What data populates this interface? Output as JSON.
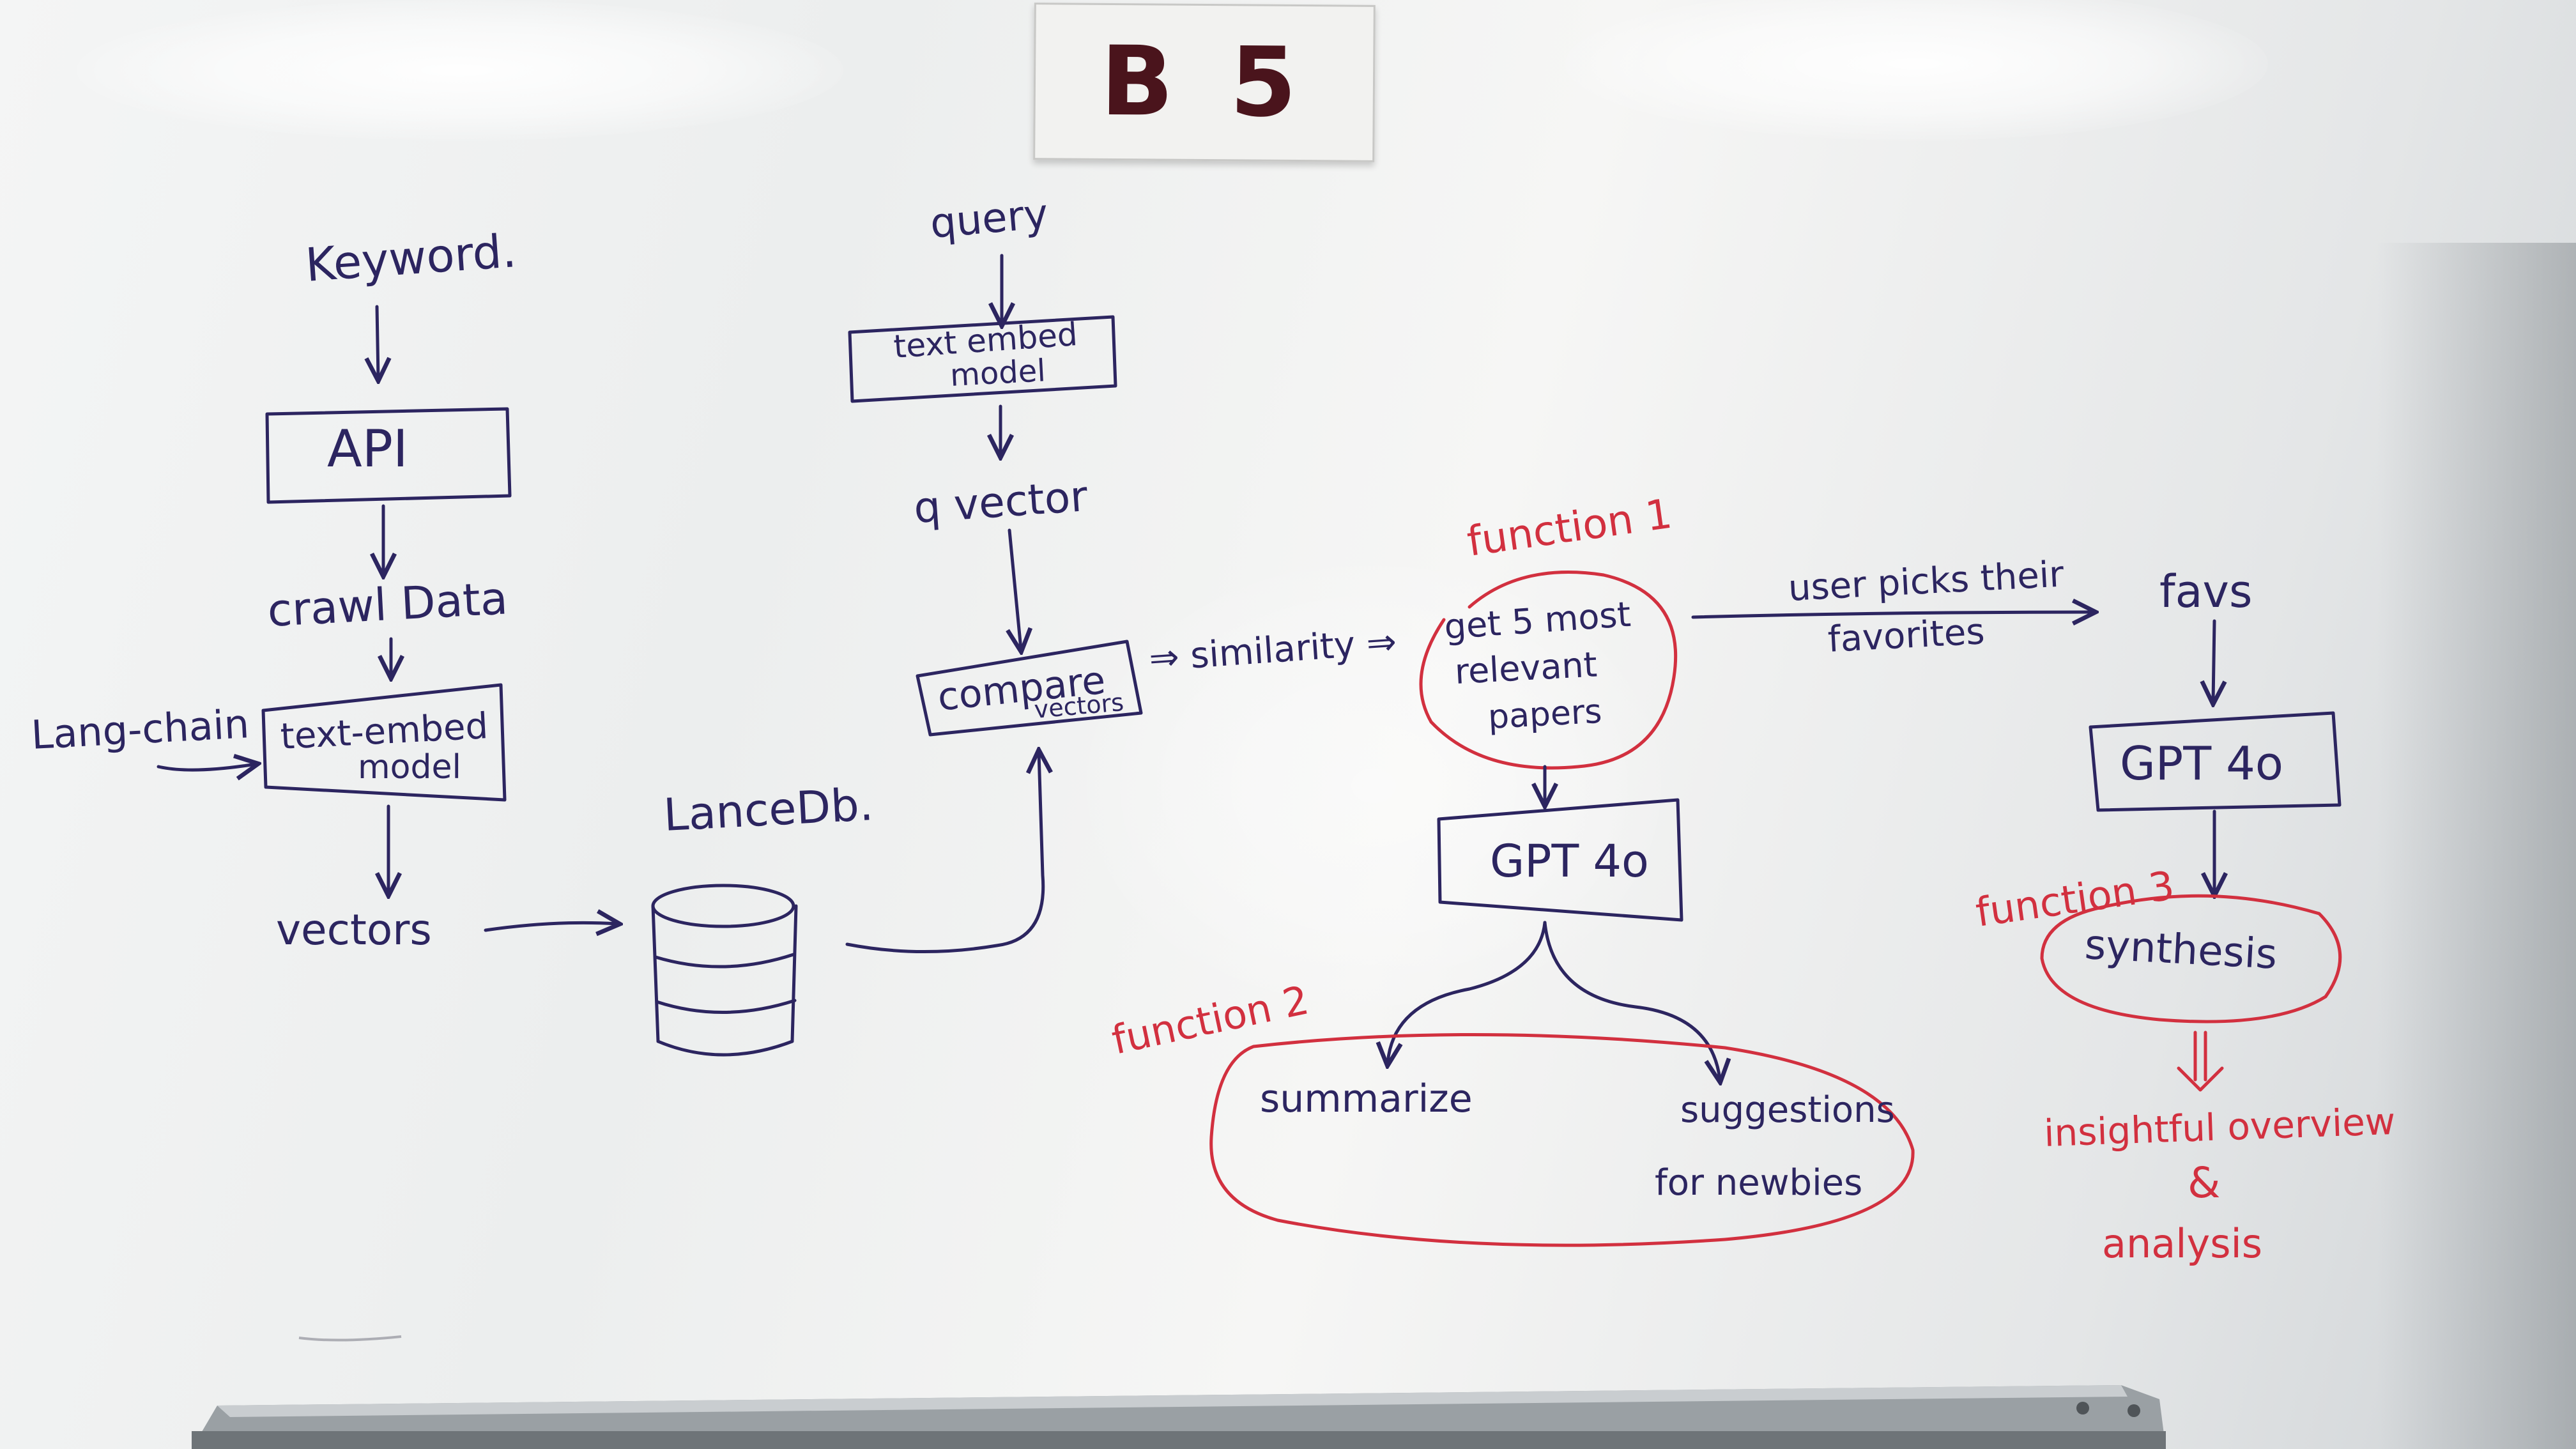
{
  "sign": {
    "label": "B 5"
  },
  "whiteboard": {
    "pipeline_ingest": {
      "keyword": "Keyword.",
      "api": "API",
      "crawl": "crawl Data",
      "langchain": "Lang-chain",
      "text_embed": [
        "text-embed",
        "model"
      ],
      "vectors": "vectors",
      "db": "LanceDb."
    },
    "pipeline_query": {
      "query": "query",
      "text_embed": [
        "text embed",
        "model"
      ],
      "q_vector": "q vector",
      "compare": [
        "compare",
        "vectors"
      ],
      "similarity": "⇒ similarity ⇒"
    },
    "function1": {
      "tag": "function 1",
      "lines": [
        "get 5 most",
        "relevant",
        "papers"
      ],
      "model": "GPT 4o"
    },
    "function2": {
      "tag": "function 2",
      "summarize": "summarize",
      "suggestions": [
        "suggestions",
        "for newbies"
      ]
    },
    "picks": {
      "label": [
        "user picks their",
        "favorites"
      ],
      "favs": "favs"
    },
    "function3": {
      "tag": "function 3",
      "model": "GPT 4o",
      "synthesis": "synthesis",
      "output": [
        "insightful overview",
        "&",
        "analysis"
      ]
    }
  },
  "colors": {
    "blue_marker": "#2c2560",
    "red_marker": "#d2303f",
    "sign_text": "#4a141c"
  }
}
